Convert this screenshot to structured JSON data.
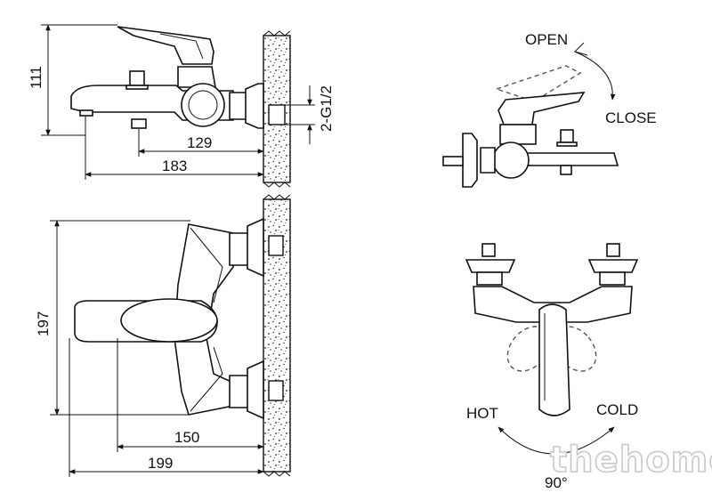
{
  "dimensions": {
    "side_height": "111",
    "pipe_thread": "2-G1/2",
    "side_depth_inner": "129",
    "side_depth_outer": "183",
    "front_height": "197",
    "front_depth_inner": "150",
    "front_depth_outer": "199"
  },
  "labels": {
    "open": "OPEN",
    "close": "CLOSE",
    "hot": "HOT",
    "cold": "COLD",
    "rotation_angle": "90°"
  },
  "watermark": "thehome"
}
